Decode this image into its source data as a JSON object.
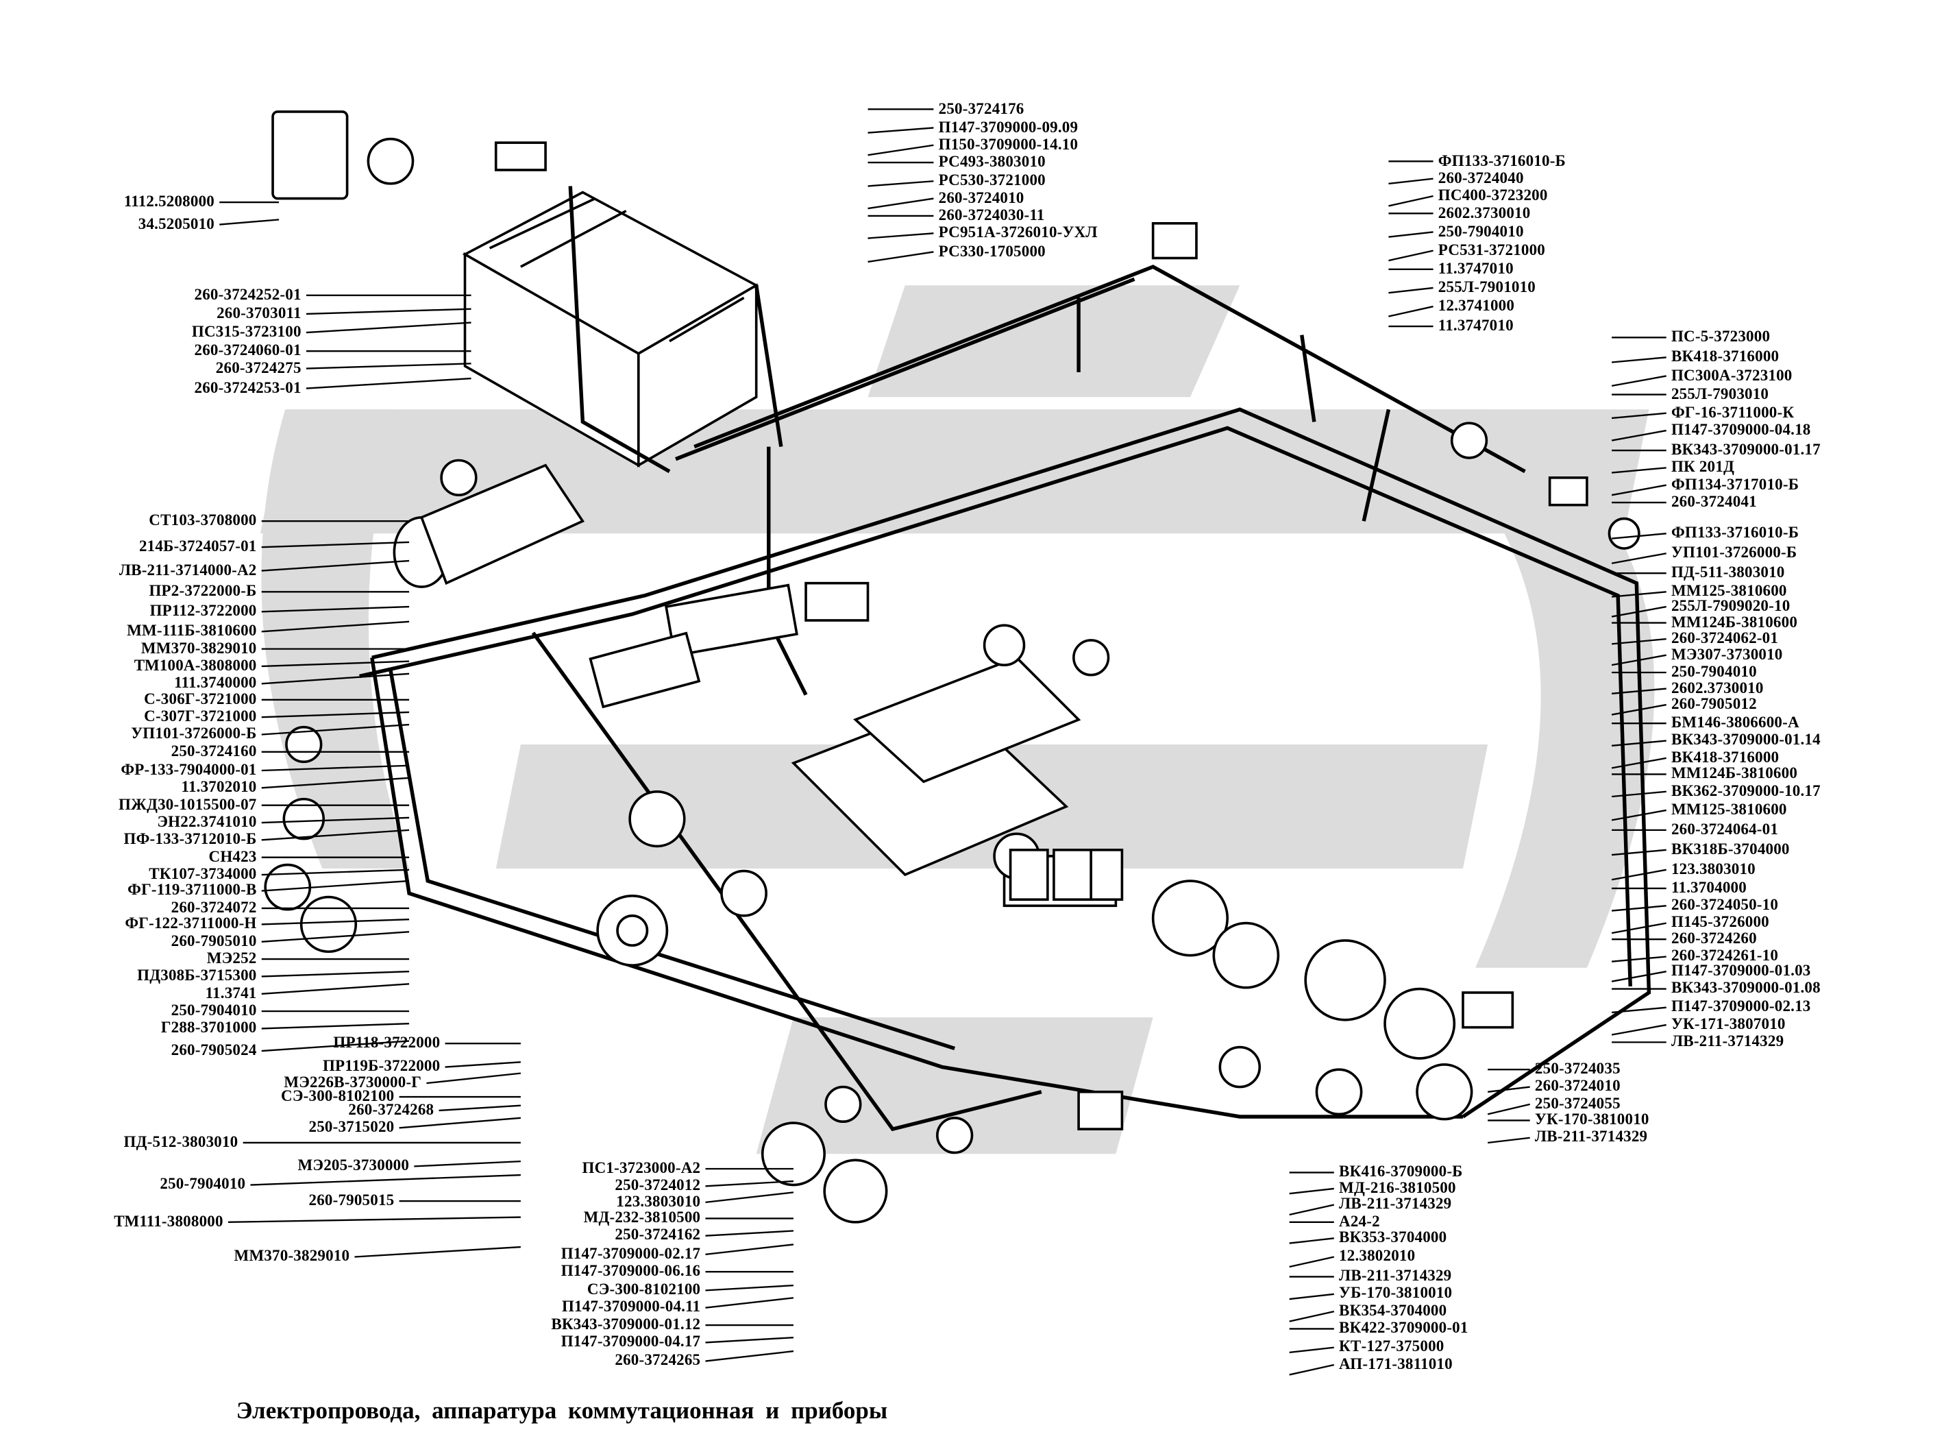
{
  "title": "Электропровода, аппаратура   коммутационная  и  приборы",
  "label_groups": {
    "top_left": [
      "1112.5208000",
      "34.5205010"
    ],
    "battery": [
      "260-3724252-01",
      "260-3703011",
      "ПС315-3723100",
      "260-3724060-01",
      "260-3724275",
      "260-3724253-01"
    ],
    "left": [
      "СТ103-3708000",
      "214Б-3724057-01",
      "ЛВ-211-3714000-А2",
      "ПР2-3722000-Б",
      "ПР112-3722000",
      "ММ-111Б-3810600",
      "ММ370-3829010",
      "ТМ100А-3808000",
      "111.3740000",
      "С-306Г-3721000",
      "С-307Г-3721000",
      "УП101-3726000-Б",
      "250-3724160",
      "ФР-133-7904000-01",
      "11.3702010",
      "ПЖД30-1015500-07",
      "ЭН22.3741010",
      "ПФ-133-3712010-Б",
      "СН423",
      "ТК107-3734000",
      "ФГ-119-3711000-В",
      "260-3724072",
      "ФГ-122-3711000-Н",
      "260-7905010",
      "МЭ252",
      "ПД308Б-3715300",
      "11.3741",
      "250-7904010",
      "Г288-3701000",
      "260-7905024"
    ],
    "lower_left": [
      "ПР118-3722000",
      "ПР119Б-3722000",
      "МЭ226В-3730000-Г",
      "СЭ-300-8102100",
      "260-3724268",
      "250-3715020",
      "ПД-512-3803010",
      "МЭ205-3730000",
      "250-7904010",
      "260-7905015",
      "ТМ111-3808000",
      "ММ370-3829010"
    ],
    "top_center": [
      "250-3724176",
      "П147-3709000-09.09",
      "П150-3709000-14.10",
      "РС493-3803010",
      "РС530-3721000",
      "260-3724010",
      "260-3724030-11",
      "РС951А-3726010-УХЛ",
      "РС330-1705000"
    ],
    "top_right": [
      "ФП133-3716010-Б",
      "260-3724040",
      "ПС400-3723200",
      "2602.3730010",
      "250-7904010",
      "РС531-3721000",
      "11.3747010",
      "255Л-7901010",
      "12.3741000",
      "11.3747010"
    ],
    "right": [
      "ПС-5-3723000",
      "ВК418-3716000",
      "ПС300А-3723100",
      "255Л-7903010",
      "ФГ-16-3711000-К",
      "П147-3709000-04.18",
      "ВК343-3709000-01.17",
      "ПК 201Д",
      "ФП134-3717010-Б",
      "260-3724041",
      "ФП133-3716010-Б",
      "УП101-3726000-Б",
      "ПД-511-3803010",
      "ММ125-3810600",
      "255Л-7909020-10",
      "ММ124Б-3810600",
      "260-3724062-01",
      "МЭ307-3730010",
      "250-7904010",
      "2602.3730010",
      "260-7905012",
      "БМ146-3806600-А",
      "ВК343-3709000-01.14",
      "ВК418-3716000",
      "ММ124Б-3810600",
      "ВК362-3709000-10.17",
      "ММ125-3810600",
      "260-3724064-01",
      "ВК318Б-3704000",
      "123.3803010",
      "11.3704000",
      "260-3724050-10",
      "П145-3726000",
      "260-3724260",
      "260-3724261-10",
      "П147-3709000-01.03",
      "ВК343-3709000-01.08",
      "П147-3709000-02.13",
      "УК-171-3807010",
      "ЛВ-211-3714329"
    ],
    "bottom_right": [
      "250-3724035",
      "260-3724010",
      "250-3724055",
      "УК-170-3810010",
      "ЛВ-211-3714329"
    ],
    "bottom_center_right": [
      "ВК416-3709000-Б",
      "МД-216-3810500",
      "ЛВ-211-3714329",
      "А24-2",
      "ВК353-3704000",
      "12.3802010",
      "ЛВ-211-3714329",
      "УБ-170-3810010",
      "ВК354-3704000",
      "ВК422-3709000-01",
      "КТ-127-375000",
      "АП-171-3811010"
    ],
    "bottom_center_left": [
      "ПС1-3723000-А2",
      "250-3724012",
      "123.3803010",
      "МД-232-3810500",
      "250-3724162",
      "П147-3709000-02.17",
      "П147-3709000-06.16",
      "СЭ-300-8102100",
      "П147-3709000-04.11",
      "ВК343-3709000-01.12",
      "П147-3709000-04.17",
      "260-3724265"
    ]
  }
}
